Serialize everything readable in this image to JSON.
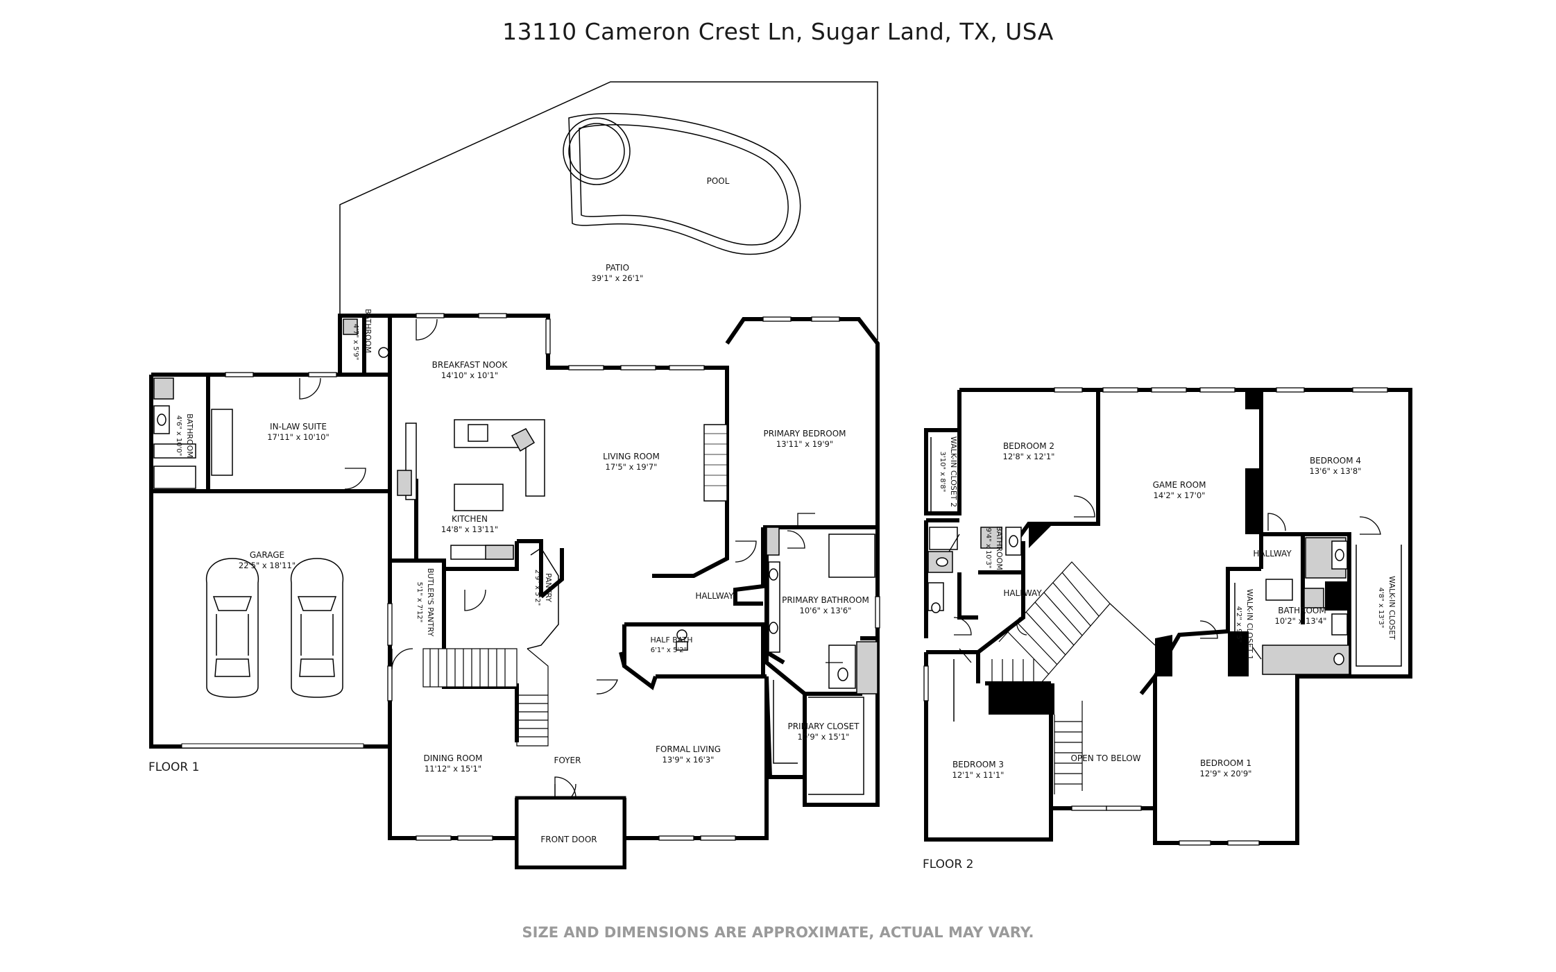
{
  "title": "13110 Cameron Crest Ln, Sugar Land, TX, USA",
  "disclaimer": "SIZE AND DIMENSIONS ARE APPROXIMATE, ACTUAL MAY VARY.",
  "floor1": {
    "label": "FLOOR 1",
    "rooms": {
      "pool": {
        "name": "POOL",
        "dim": ""
      },
      "patio": {
        "name": "PATIO",
        "dim": "39'1\" x 26'1\""
      },
      "bathroom_small": {
        "name": "BATHROOM",
        "dim": "4'7\" x 5'9\""
      },
      "breakfast_nook": {
        "name": "BREAKFAST NOOK",
        "dim": "14'10\" x 10'1\""
      },
      "in_law_suite": {
        "name": "IN-LAW SUITE",
        "dim": "17'11\" x 10'10\""
      },
      "bathroom_inlaw": {
        "name": "BATHROOM",
        "dim": "4'6\" x 10'0\""
      },
      "living_room": {
        "name": "LIVING ROOM",
        "dim": "17'5\" x 19'7\""
      },
      "primary_bedroom": {
        "name": "PRIMARY BEDROOM",
        "dim": "13'11\" x 19'9\""
      },
      "kitchen": {
        "name": "KITCHEN",
        "dim": "14'8\" x 13'11\""
      },
      "garage": {
        "name": "GARAGE",
        "dim": "22'5\" x 18'11\""
      },
      "butlers_pantry": {
        "name": "BUTLER'S PANTRY",
        "dim": "5'1\" x 7'12\""
      },
      "pantry": {
        "name": "PANTRY",
        "dim": "2'9\" x 5'2\""
      },
      "hallway": {
        "name": "HALLWAY",
        "dim": ""
      },
      "primary_bathroom": {
        "name": "PRIMARY BATHROOM",
        "dim": "10'6\" x 13'6\""
      },
      "half_bath": {
        "name": "HALF BATH",
        "dim": "6'1\" x 5'2\""
      },
      "primary_closet": {
        "name": "PRIMARY CLOSET",
        "dim": "10'9\" x 15'1\""
      },
      "dining_room": {
        "name": "DINING ROOM",
        "dim": "11'12\" x 15'1\""
      },
      "foyer": {
        "name": "FOYER",
        "dim": ""
      },
      "formal_living": {
        "name": "FORMAL LIVING",
        "dim": "13'9\" x 16'3\""
      },
      "front_door": {
        "name": "FRONT DOOR",
        "dim": ""
      }
    }
  },
  "floor2": {
    "label": "FLOOR 2",
    "rooms": {
      "walk_in_closet_2": {
        "name": "WALK-IN CLOSET 2",
        "dim": "3'10\" x 8'8\""
      },
      "bedroom_2": {
        "name": "BEDROOM 2",
        "dim": "12'8\" x 12'1\""
      },
      "game_room": {
        "name": "GAME ROOM",
        "dim": "14'2\" x 17'0\""
      },
      "bedroom_4": {
        "name": "BEDROOM 4",
        "dim": "13'6\" x 13'8\""
      },
      "bathroom_a": {
        "name": "BATHROOM",
        "dim": "9'4\" x 10'3\""
      },
      "hallway_left": {
        "name": "HALLWAY",
        "dim": ""
      },
      "hallway_right": {
        "name": "HALLWAY",
        "dim": ""
      },
      "walk_in_closet_1": {
        "name": "WALK-IN CLOSET 1",
        "dim": "4'2\" x 9'5\""
      },
      "bathroom_b": {
        "name": "BATHROOM",
        "dim": "10'2\" x 13'4\""
      },
      "walk_in_closet": {
        "name": "WALK-IN CLOSET",
        "dim": "4'8\" x 13'3\""
      },
      "bedroom_3": {
        "name": "BEDROOM 3",
        "dim": "12'1\" x 11'1\""
      },
      "open_to_below": {
        "name": "OPEN TO BELOW",
        "dim": ""
      },
      "bedroom_1": {
        "name": "BEDROOM 1",
        "dim": "12'9\" x 20'9\""
      }
    }
  }
}
